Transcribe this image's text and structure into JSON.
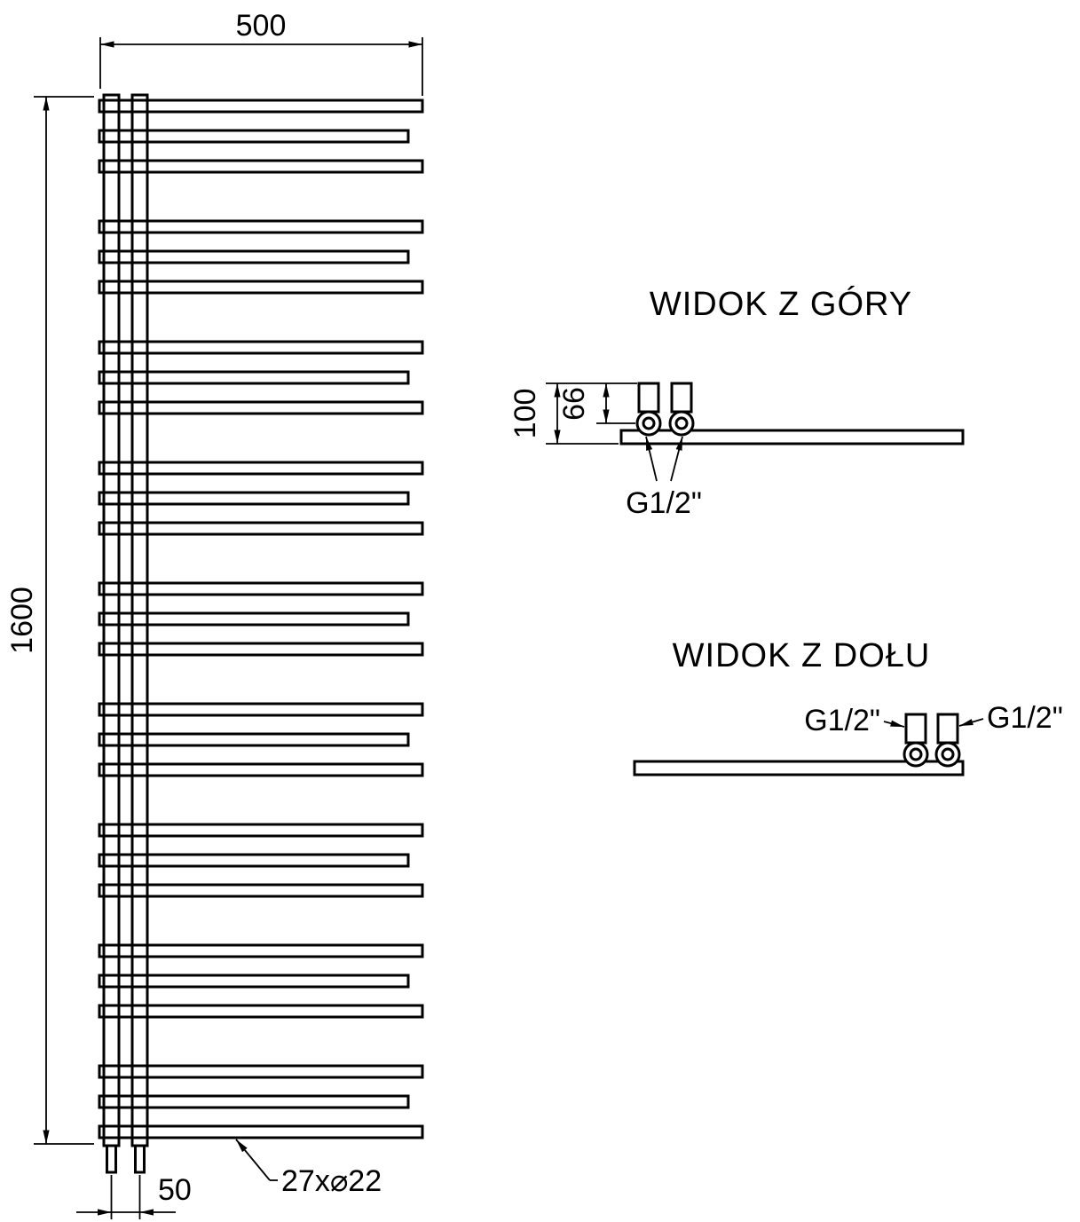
{
  "drawing": {
    "background": "#ffffff",
    "line_color": "#000000"
  },
  "front_view": {
    "dim_width_label": "500",
    "dim_height_label": "1600",
    "dim_collector_spacing_label": "50",
    "tube_spec_label": "27x⌀22",
    "tube_groups": 9,
    "tubes_per_group": 3
  },
  "top_view": {
    "title": "WIDOK Z GÓRY",
    "dim_depth_label": "100",
    "dim_axis_label": "66",
    "connection_label": "G1/2\""
  },
  "bottom_view": {
    "title": "WIDOK Z DOŁU",
    "connection_label_left": "G1/2\"",
    "connection_label_right": "G1/2\""
  }
}
